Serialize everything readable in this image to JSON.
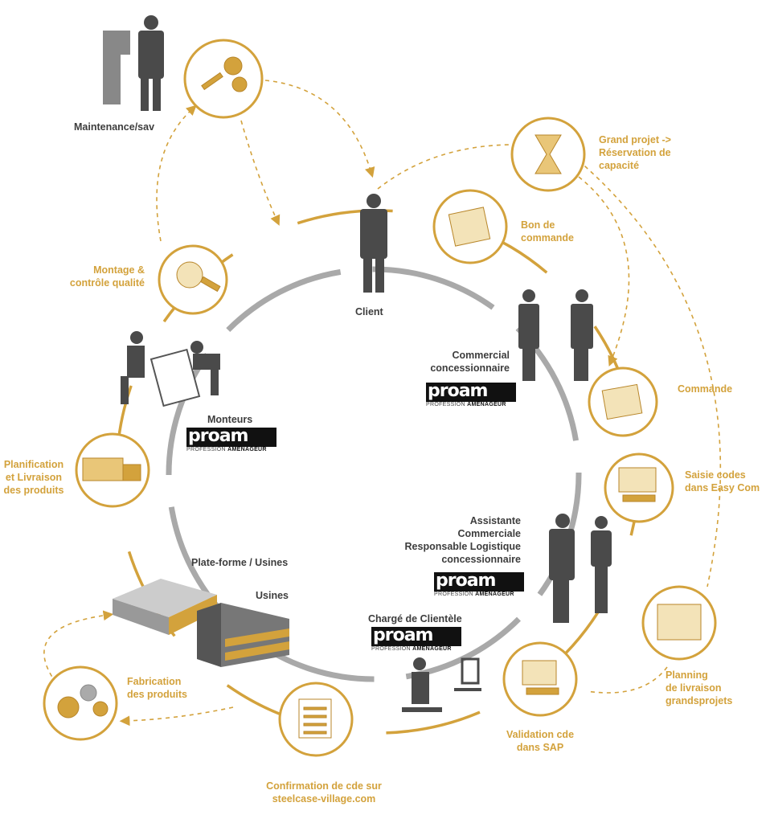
{
  "colors": {
    "gold": "#d3a23c",
    "ring": "#a9a9a9",
    "figure": "#4a4a4a"
  },
  "labels": {
    "maintenance": "Maintenance/sav",
    "grand_projet": "Grand projet ->\nRéservation de\ncapacité",
    "bon_commande": "Bon de\ncommande",
    "client": "Client",
    "montage": "Montage &\ncontrôle qualité",
    "commercial": "Commercial\nconcessionnaire",
    "commande": "Commande",
    "monteurs": "Monteurs",
    "saisie": "Saisie codes\ndans Easy Com",
    "planification": "Planification\net Livraison\ndes produits",
    "assistante": "Assistante\nCommerciale\nResponsable Logistique\nconcessionnaire",
    "plateforme": "Plate-forme / Usines",
    "usines": "Usines",
    "charge": "Chargé de Clientèle",
    "planning": "Planning\nde livraison\ngrandsprojets",
    "fabrication": "Fabrication\ndes  produits",
    "validation": "Validation cde\ndans SAP",
    "confirmation": "Confirmation de cde sur\nsteelcase-village.com"
  },
  "logo": {
    "name": "proam",
    "tagline_a": "PROFESSION ",
    "tagline_b": "AMENAGEUR"
  },
  "icons": [
    "gears-wrench-icon",
    "hourglass-icon",
    "clipboard-icon",
    "magnifier-icon",
    "checklist-icon",
    "computer-icon",
    "planning-board-icon",
    "monitor-check-icon",
    "document-list-icon",
    "truck-icon",
    "factory-gears-icon"
  ]
}
